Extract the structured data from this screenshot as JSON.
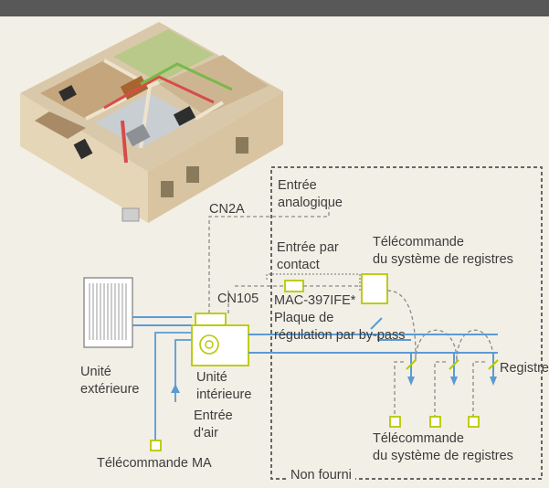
{
  "labels": {
    "entree_analogique": [
      "Entrée",
      "analogique"
    ],
    "cn2a": "CN2A",
    "entree_contact": [
      "Entrée par",
      "contact"
    ],
    "telecommande_registres_top": [
      "Télécommande",
      "du système de registres"
    ],
    "cn105": "CN105",
    "mac_397": "MAC-397IFE*",
    "plaque": [
      "Plaque de",
      "régulation par by-pass"
    ],
    "unite_exterieure": [
      "Unité",
      "extérieure"
    ],
    "unite_interieure": [
      "Unité",
      "intérieure"
    ],
    "entree_air": [
      "Entrée",
      "d'air"
    ],
    "registre": "Registre",
    "telecommande_registres_bottom": [
      "Télécommande",
      "du système de registres"
    ],
    "telecommande_ma": "Télécommande MA",
    "non_fourni": "Non fourni"
  },
  "colors": {
    "duct": "#5b9bd5",
    "wire": "#8a8a8a",
    "accent": "#b7c800",
    "background": "#f2efe6"
  }
}
